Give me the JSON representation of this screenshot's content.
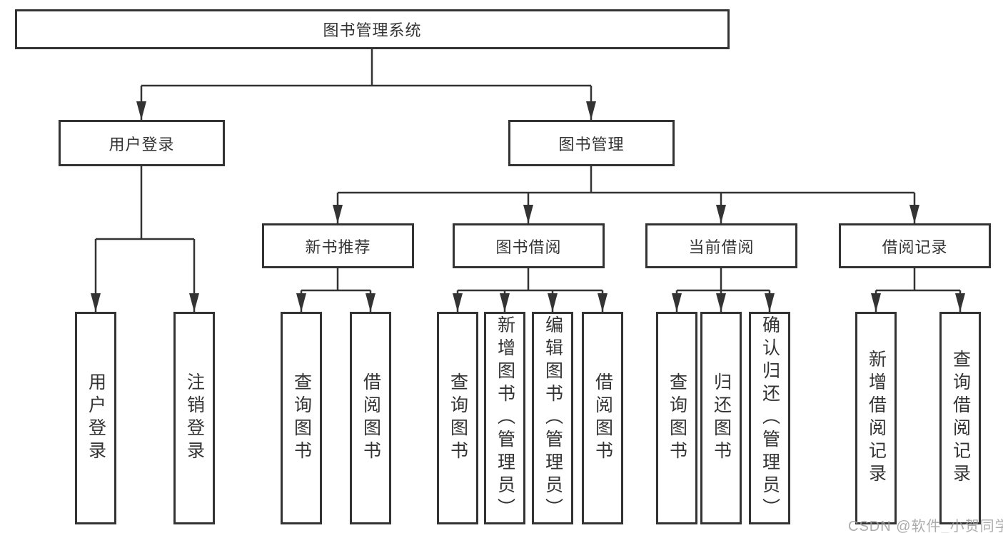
{
  "diagram": {
    "root": {
      "label": "图书管理系统"
    },
    "level2": [
      {
        "label": "用户登录"
      },
      {
        "label": "图书管理"
      }
    ],
    "level3": [
      {
        "label": "新书推荐"
      },
      {
        "label": "图书借阅"
      },
      {
        "label": "当前借阅"
      },
      {
        "label": "借阅记录"
      }
    ],
    "leaves": [
      {
        "label": "用户登录",
        "parent": "用户登录"
      },
      {
        "label": "注销登录",
        "parent": "用户登录"
      },
      {
        "label": "查询图书",
        "parent": "新书推荐"
      },
      {
        "label": "借阅图书",
        "parent": "新书推荐"
      },
      {
        "label": "查询图书",
        "parent": "图书借阅"
      },
      {
        "label": "新增图书（管理员）",
        "parent": "图书借阅"
      },
      {
        "label": "编辑图书（管理员）",
        "parent": "图书借阅"
      },
      {
        "label": "借阅图书",
        "parent": "图书借阅"
      },
      {
        "label": "查询图书",
        "parent": "当前借阅"
      },
      {
        "label": "归还图书",
        "parent": "当前借阅"
      },
      {
        "label": "确认归还（管理员）",
        "parent": "当前借阅"
      },
      {
        "label": "新增借阅记录",
        "parent": "借阅记录"
      },
      {
        "label": "查询借阅记录",
        "parent": "借阅记录"
      }
    ],
    "watermark": "CSDN @软件_小贺同学",
    "colors": {
      "line": "#333333",
      "text": "#333333",
      "background": "#ffffff",
      "watermark": "#9e9e9e"
    }
  }
}
